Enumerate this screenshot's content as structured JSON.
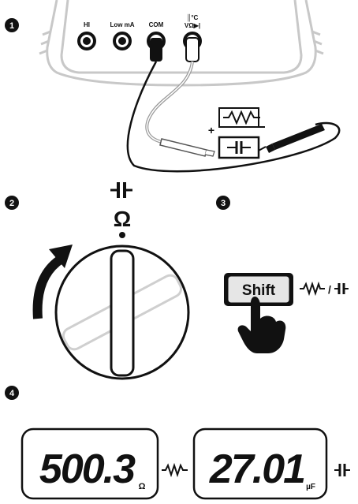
{
  "steps": {
    "s1": "1",
    "s2": "2",
    "s3": "3",
    "s4": "4"
  },
  "terminals": {
    "hi": "HI",
    "low_ma": "Low mA",
    "com": "COM",
    "top_right_line1": "║°C",
    "top_right_line2": "VΩ▶|"
  },
  "probe_polarity": "+",
  "capacitor_symbol": "║",
  "dial_symbol_cap": "║",
  "dial_symbol_ohm": "Ω",
  "shift_button": "Shift",
  "shift_function": "/",
  "displays": [
    {
      "value": "500.3",
      "unit": "Ω"
    },
    {
      "value": "27.01",
      "unit": "µF"
    }
  ],
  "icons": {
    "resistor": "resistor-icon",
    "capacitor": "capacitor-icon",
    "hand": "pointing-hand-icon",
    "arrow": "rotate-arrow-icon"
  },
  "colors": {
    "ink": "#111111",
    "grey_body": "#cfcfcf",
    "grey_lead": "#9a9a9a",
    "button_fill": "#e6e6e6"
  }
}
